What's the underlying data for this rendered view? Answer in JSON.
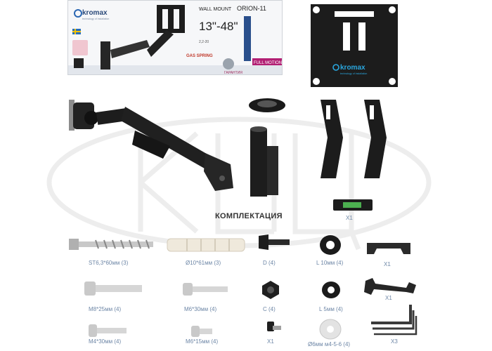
{
  "box": {
    "brand": "kromax",
    "brand_tag": "technology of installation",
    "product_type": "WALL MOUNT",
    "model": "ORION-11",
    "size_range": "13\"-48\"",
    "max_load": "2,2-20",
    "gas_spring": "GAS SPRING",
    "full_motion": "FULL MOTION",
    "warranty": "ГАРАНТИЯ"
  },
  "plate": {
    "brand": "kromax",
    "brand_tag": "technology of installation"
  },
  "set_title": "КОМПЛЕКТАЦИЯ",
  "labels": {
    "level": "X1",
    "st6": "ST6,3*60мм (3)",
    "anchor": "Ø10*61мм (3)",
    "d": "D (4)",
    "l10": "L 10мм (4)",
    "bracket": "X1",
    "m8": "M8*25мм (4)",
    "m6_30": "M6*30мм (4)",
    "c": "C (4)",
    "l5": "L 5мм (4)",
    "wrench": "X1",
    "m4": "M4*30мм (4)",
    "m6_15": "M6*15мм (4)",
    "knob": "X1",
    "washer": "Ø6мм м4-5-6 (4)",
    "hex_keys": "X3"
  }
}
